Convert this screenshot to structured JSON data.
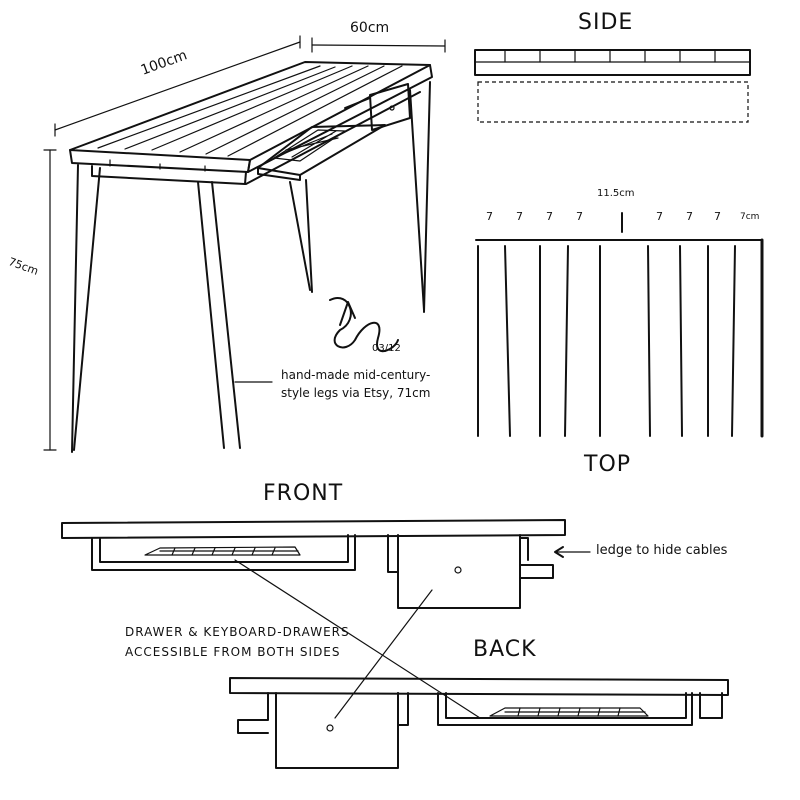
{
  "views": {
    "side": "SIDE",
    "top": "TOP",
    "front": "FRONT",
    "back": "BACK"
  },
  "dimensions": {
    "length": "100cm",
    "depth": "60cm",
    "height": "75cm",
    "top_width": "11.5cm",
    "plank_widths": [
      "7",
      "7",
      "7",
      "7",
      "7",
      "7",
      "7",
      "7cm"
    ]
  },
  "notes": {
    "legs_line1": "hand-made mid-century-",
    "legs_line2": "style legs via Etsy, 71cm",
    "ledge": "ledge to hide cables",
    "drawers_line1": "DRAWER & KEYBOARD-DRAWERS",
    "drawers_line2": "ACCESSIBLE FROM BOTH SIDES"
  },
  "signature": {
    "date": "03/12"
  }
}
